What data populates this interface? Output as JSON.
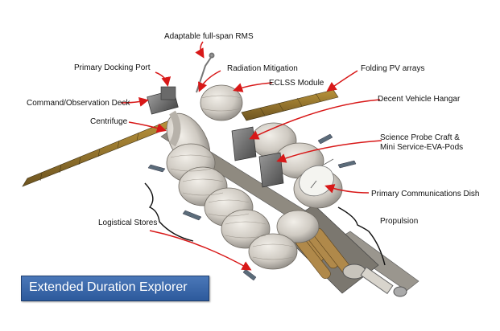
{
  "labels": {
    "rms": "Adaptable full-span RMS",
    "docking": "Primary Docking Port",
    "radiation": "Radiation Mitigation",
    "pv": "Folding PV arrays",
    "eclss": "ECLSS Module",
    "command": "Command/Observation Deck",
    "hangar": "Decent Vehicle Hangar",
    "centrifuge": "Centrifuge",
    "probe_line1": "Science Probe Craft &",
    "probe_line2": "Mini Service-EVA-Pods",
    "comms": "Primary Communications Dish",
    "logistics": "Logistical Stores",
    "propulsion": "Propulsion"
  },
  "banner": {
    "title": "Extended Duration Explorer"
  },
  "colors": {
    "arrow": "#d81818",
    "banner": "#3a69ad",
    "panel": "#8a6a2a"
  }
}
